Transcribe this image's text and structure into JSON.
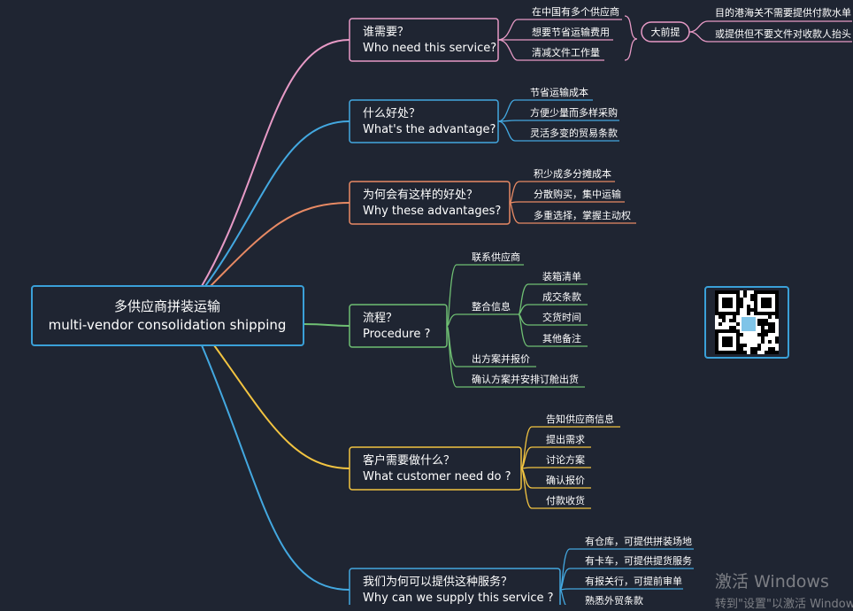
{
  "colors": {
    "background": "#1f2532",
    "pink": "#e79ac6",
    "blue": "#43a8e0",
    "orange": "#e88a64",
    "green": "#6fbf73",
    "yellow": "#f2c441",
    "cyan": "#3aa0d8",
    "text": "#ffffff"
  },
  "root": {
    "line1": "多供应商拼装运输",
    "line2": "multi-vendor consolidation shipping"
  },
  "branches": [
    {
      "id": "who",
      "line1": "谁需要？",
      "line2": "Who need this service?",
      "children": [
        "在中国有多个供应商",
        "想要节省运输费用",
        "清减文件工作量"
      ],
      "premise": {
        "label": "大前提",
        "children": [
          "目的港海关不需要提供付款水单",
          "或提供但不要文件对收款人抬头"
        ]
      }
    },
    {
      "id": "advantage",
      "line1": "什么好处？",
      "line2": "What's the advantage?",
      "children": [
        "节省运输成本",
        "方便少量而多样采购",
        "灵活多变的贸易条款"
      ]
    },
    {
      "id": "why",
      "line1": "为何会有这样的好处？",
      "line2": "Why these advantages?",
      "children": [
        "积少成多分摊成本",
        "分散购买，集中运输",
        "多重选择，掌握主动权"
      ]
    },
    {
      "id": "procedure",
      "line1": "流程？",
      "line2": "Procedure ?",
      "children": [
        "联系供应商",
        "整合信息",
        "出方案并报价",
        "确认方案并安排订舱出货"
      ],
      "sub": [
        "装箱清单",
        "成交条款",
        "交货时间",
        "其他备注"
      ]
    },
    {
      "id": "customer",
      "line1": "客户需要做什么？",
      "line2": "What customer need do ?",
      "children": [
        "告知供应商信息",
        "提出需求",
        "讨论方案",
        "确认报价",
        "付款收货"
      ]
    },
    {
      "id": "supply",
      "line1": "我们为何可以提供这种服务？",
      "line2": "Why can we supply this service ?",
      "children": [
        "有仓库，可提供拼装场地",
        "有卡车，可提供提货服务",
        "有报关行，可提前审单",
        "熟悉外贸条款"
      ]
    }
  ],
  "qr": {
    "icon": "qr-code-icon"
  },
  "watermark": {
    "line1": "激活 Windows",
    "line2": "转到\"设置\"以激活 Windows。"
  }
}
